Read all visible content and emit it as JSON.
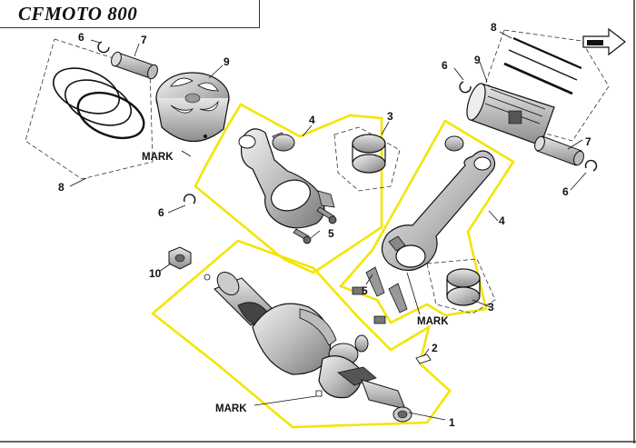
{
  "title": "CFMOTO 800",
  "callouts": {
    "c1": "1",
    "c2": "2",
    "c3a": "3",
    "c3b": "3",
    "c4a": "4",
    "c4b": "4",
    "c5a": "5",
    "c5b": "5",
    "c6a": "6",
    "c6b": "6",
    "c6c": "6",
    "c6d": "6",
    "c7a": "7",
    "c7b": "7",
    "c8a": "8",
    "c8b": "8",
    "c9a": "9",
    "c9b": "9",
    "c10": "10"
  },
  "marks": {
    "m1": "MARK",
    "m2": "MARK",
    "m3": "MARK"
  },
  "colors": {
    "highlight": "#f2e600",
    "line": "#222222",
    "part_fill": "#d9d9d9",
    "part_dark": "#6e6e6e"
  },
  "icons": [
    "front-direction-icon"
  ]
}
